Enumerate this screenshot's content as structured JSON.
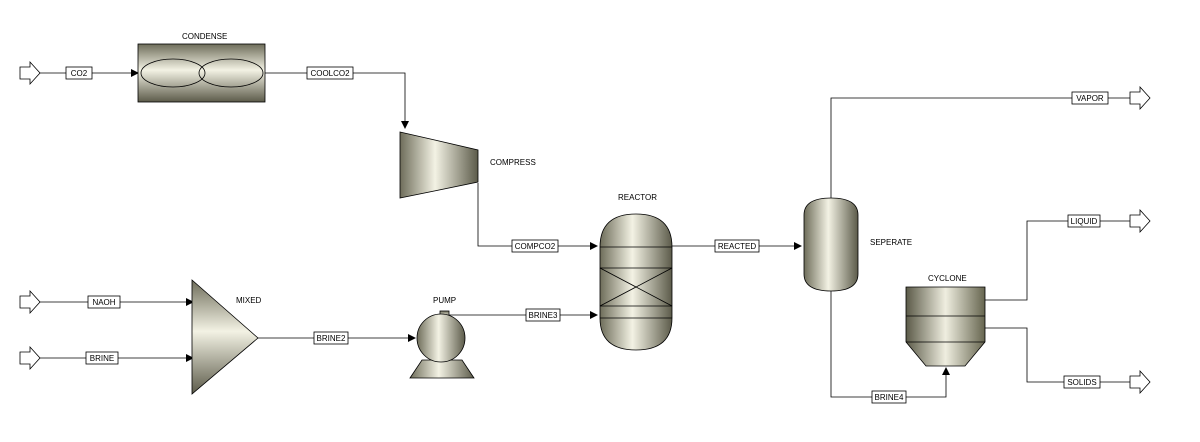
{
  "equipment": {
    "condense": "CONDENSE",
    "compress": "COMPRESS",
    "reactor": "REACTOR",
    "seperate": "SEPERATE",
    "cyclone": "CYCLONE",
    "mixed": "MIXED",
    "pump": "PUMP"
  },
  "streams": {
    "co2": "CO2",
    "coolco2": "COOLCO2",
    "compco2": "COMPCO2",
    "reacted": "REACTED",
    "vapor": "VAPOR",
    "liquid": "LIQUID",
    "solids": "SOLIDS",
    "naoh": "NAOH",
    "brine": "BRINE",
    "brine2": "BRINE2",
    "brine3": "BRINE3",
    "brine4": "BRINE4"
  }
}
